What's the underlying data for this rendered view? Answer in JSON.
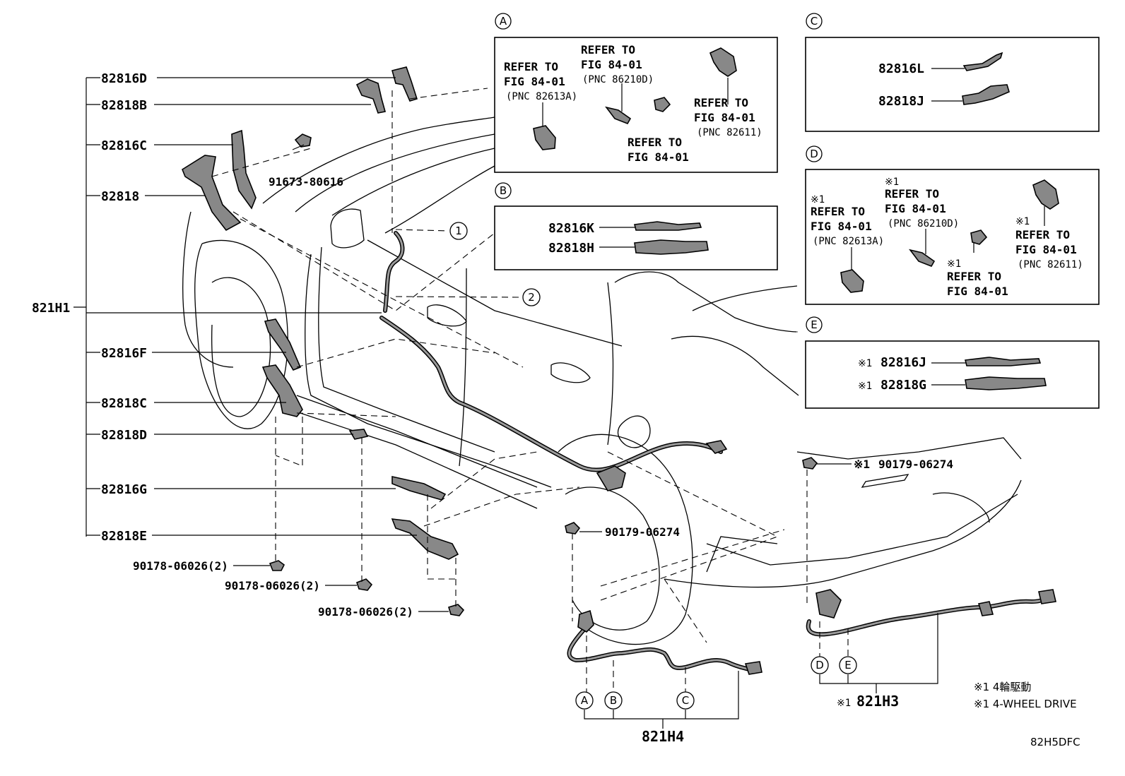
{
  "figure_code": "82H5DFC",
  "left_parts": {
    "p1": "82816D",
    "p2": "82818B",
    "p3": "82816C",
    "p4": "82818",
    "p5": "821H1",
    "p6": "82816F",
    "p7": "82818C",
    "p8": "82818D",
    "p9": "82816G",
    "p10": "82818E"
  },
  "bolt": "91673-80616",
  "clips": {
    "c1": "90178-06026(2)",
    "c2": "90178-06026(2)",
    "c3": "90178-06026(2)",
    "nut1": "90179-06274",
    "nut2": "90179-06274"
  },
  "callouts": {
    "one": "1",
    "two": "2"
  },
  "box_a": {
    "letter": "A",
    "r1a": "REFER TO",
    "r1b": "FIG 84-01",
    "r1c": "(PNC 82613A)",
    "r2a": "REFER TO",
    "r2b": "FIG 84-01",
    "r2c": "(PNC 86210D)",
    "r3a": "REFER TO",
    "r3b": "FIG 84-01",
    "r3c": "(PNC 82611)",
    "r4a": "REFER TO",
    "r4b": "FIG 84-01"
  },
  "box_b": {
    "letter": "B",
    "p1": "82816K",
    "p2": "82818H"
  },
  "box_c": {
    "letter": "C",
    "p1": "82816L",
    "p2": "82818J"
  },
  "box_d": {
    "letter": "D",
    "n1": "※1",
    "r1a": "REFER TO",
    "r1b": "FIG 84-01",
    "r1c": "(PNC 82613A)",
    "n2": "※1",
    "r2a": "REFER TO",
    "r2b": "FIG 84-01",
    "r2c": "(PNC 86210D)",
    "n3": "※1",
    "r3a": "REFER TO",
    "r3b": "FIG 84-01",
    "r3c": "(PNC 82611)",
    "n4": "※1",
    "r4a": "REFER TO",
    "r4b": "FIG 84-01"
  },
  "box_e": {
    "letter": "E",
    "n1": "※1",
    "p1": "82816J",
    "n2": "※1",
    "p2": "82818G"
  },
  "nut2_note": "※1",
  "harness_h4": {
    "label": "821H4",
    "a": "A",
    "b": "B",
    "c": "C"
  },
  "harness_h3": {
    "note": "※1",
    "label": "821H3",
    "d": "D",
    "e": "E"
  },
  "legend": {
    "l1": "※1 4輪駆動",
    "l2": "※1 4-WHEEL DRIVE"
  }
}
